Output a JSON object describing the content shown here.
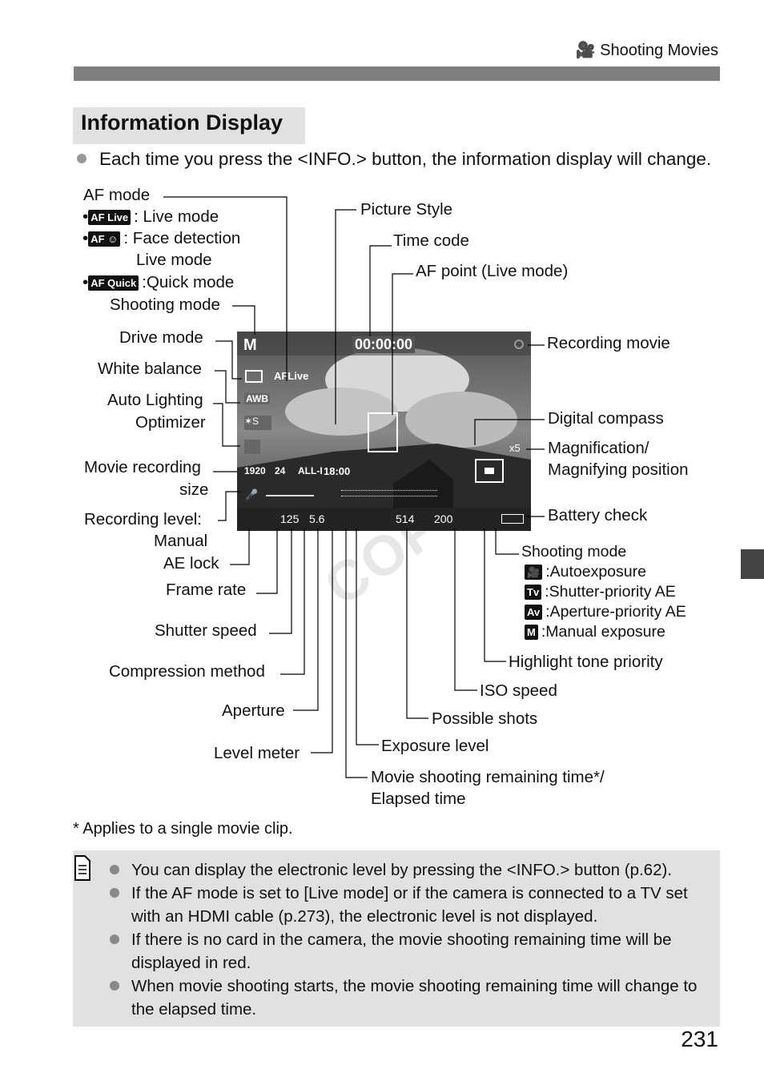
{
  "header": {
    "section": "Shooting Movies",
    "movie_icon": "movie-camera-icon"
  },
  "title": "Information Display",
  "intro": "Each time you press the <INFO.> button, the information display will change.",
  "labels": {
    "af_mode": "AF mode",
    "af_live": ": Live mode",
    "af_face_1": ": Face detection",
    "af_face_2": "Live mode",
    "af_quick": ":Quick mode",
    "shooting_mode": "Shooting mode",
    "drive_mode": "Drive mode",
    "white_balance": "White balance",
    "alo_1": "Auto Lighting",
    "alo_2": "Optimizer",
    "rec_size_1": "Movie recording",
    "rec_size_2": "size",
    "rec_level_1": "Recording level:",
    "rec_level_2": "Manual",
    "ae_lock": "AE lock",
    "frame_rate": "Frame rate",
    "shutter_speed": "Shutter speed",
    "compression": "Compression method",
    "aperture": "Aperture",
    "level_meter": "Level meter",
    "picture_style": "Picture Style",
    "time_code": "Time code",
    "af_point": "AF point (Live mode)",
    "recording_movie": "Recording movie",
    "digital_compass": "Digital compass",
    "magnification_1": "Magnification/",
    "magnification_2": "Magnifying position",
    "battery": "Battery check",
    "shoot_mode_r": "Shooting mode",
    "auto_exposure": ":Autoexposure",
    "shutter_priority": ":Shutter-priority AE",
    "aperture_priority": ":Aperture-priority AE",
    "manual_exposure": ":Manual exposure",
    "highlight": "Highlight tone priority",
    "iso": "ISO speed",
    "possible_shots": "Possible shots",
    "exposure_level": "Exposure level",
    "remaining_1": "Movie shooting remaining time*/",
    "remaining_2": "Elapsed time"
  },
  "screen": {
    "mode": "M",
    "timecode": "00:00:00",
    "af": "AFLive",
    "wb": "AWB",
    "size": "1920",
    "fps": "24",
    "comp": "ALL-I",
    "remaining": "18:00",
    "shutter": "125",
    "aperture": "5.6",
    "shots": "514",
    "iso": "200",
    "mag": "x5"
  },
  "footnote": "* Applies to a single movie clip.",
  "notes": [
    "You can display the electronic level by pressing the <INFO.> button (p.62).",
    "If the AF mode is set to [Live mode] or if the camera is connected to a TV set with an HDMI cable (p.273), the electronic level is not displayed.",
    "If there is no card in the camera, the movie shooting remaining time will be displayed in red.",
    "When movie shooting starts, the movie shooting remaining time will change to the elapsed time."
  ],
  "watermark": "COPY",
  "page_number": "231"
}
